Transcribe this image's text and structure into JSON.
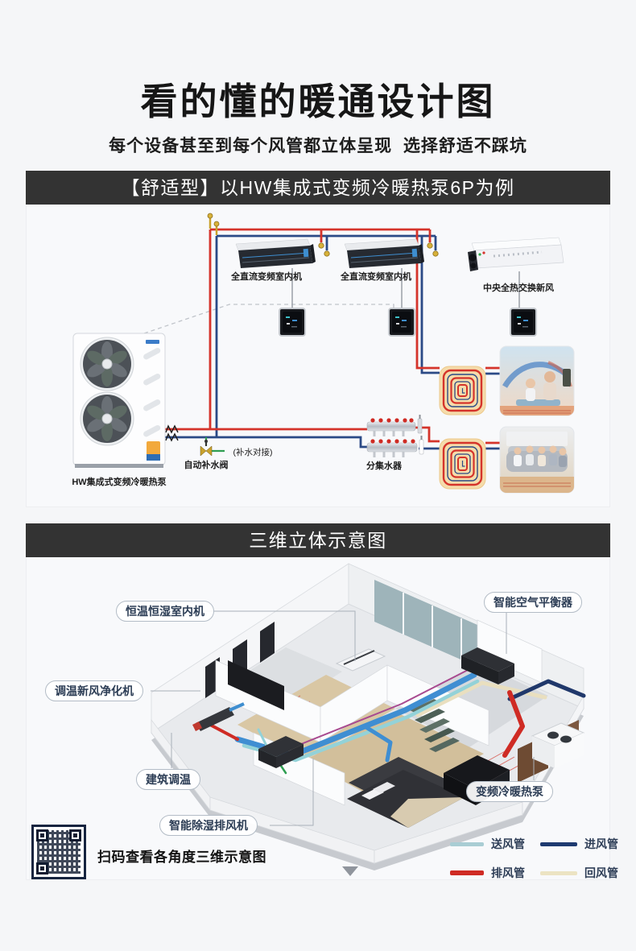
{
  "page": {
    "title": "看的懂的暖通设计图",
    "subtitle": "每个设备甚至到每个风管都立体呈现  选择舒适不踩坑"
  },
  "comfort_section": {
    "header": "【舒适型】以HW集成式变频冷暖热泵6P为例",
    "indoor_unit_1_label": "全直流变频室内机",
    "indoor_unit_2_label": "全直流变频室内机",
    "fresh_air_label": "中央全热交换新风",
    "outdoor_unit_label": "HW集成式变频冷暖热泵",
    "auto_refill_valve_label": "自动补水阀",
    "refill_connect_label": "(补水对接)",
    "manifold_label": "分集水器"
  },
  "three_d_section": {
    "header": "三维立体示意图",
    "callouts": [
      {
        "label": "恒温恒湿室内机"
      },
      {
        "label": "智能空气平衡器"
      },
      {
        "label": "调温新风净化机"
      },
      {
        "label": "建筑调温"
      },
      {
        "label": "智能除湿排风机"
      },
      {
        "label": "变频冷暖热泵"
      }
    ],
    "legend": [
      {
        "label": "送风管",
        "color": "#a9cdd4"
      },
      {
        "label": "进风管",
        "color": "#1e3a70"
      },
      {
        "label": "排风管",
        "color": "#cf2b24"
      },
      {
        "label": "回风管",
        "color": "#ece3c3"
      }
    ],
    "qr_caption": "扫码查看各角度三维示意图"
  },
  "colors": {
    "header_bar": "#333333",
    "page_bg": "#f5f6f8",
    "pipe_red": "#d5342b",
    "pipe_blue": "#2b4a86",
    "pipe_green": "#2f9e52"
  }
}
